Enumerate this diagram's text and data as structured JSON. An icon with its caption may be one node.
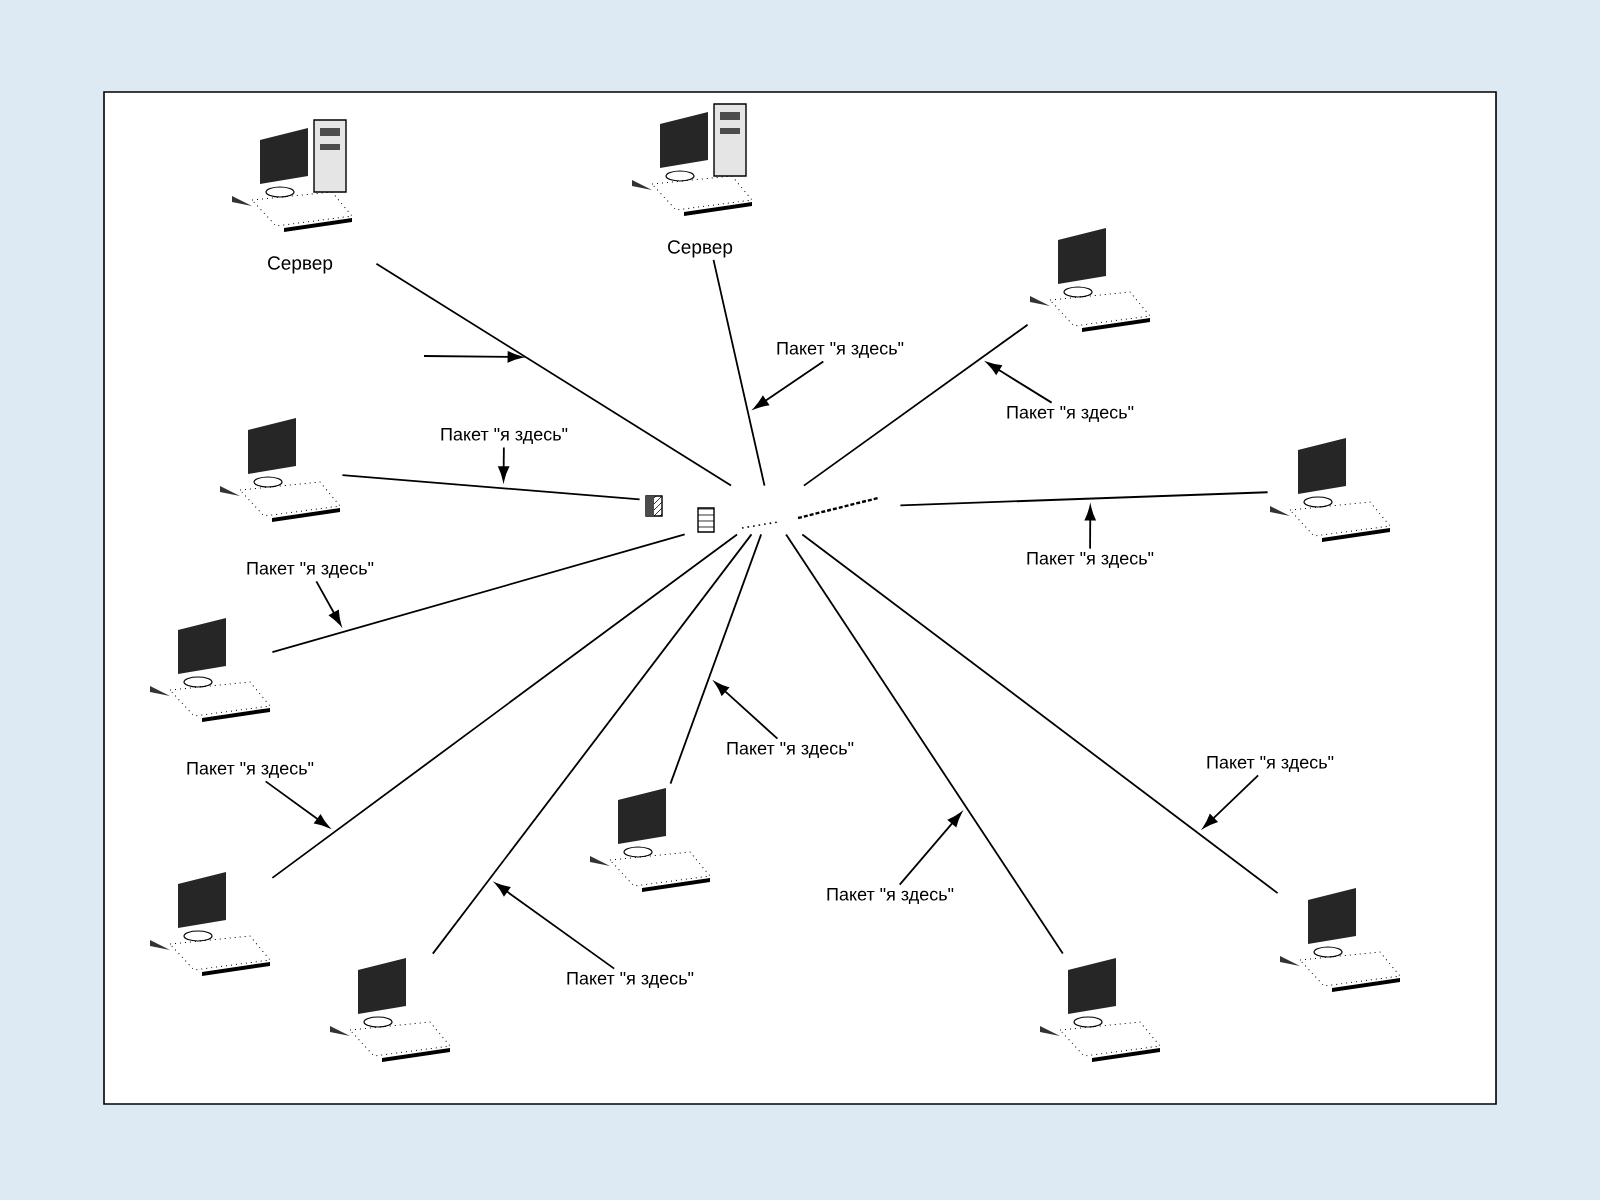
{
  "diagram": {
    "nodes": [
      {
        "text": [
          "Сервер"
        ]
      },
      {
        "text": [
          "Сервер"
        ]
      },
      {
        "text": [],
        "shape": "picture"
      },
      {
        "text": [],
        "shape": "picture"
      },
      {
        "text": [],
        "shape": "picture"
      },
      {
        "text": [],
        "shape": "picture"
      },
      {
        "text": [],
        "shape": "picture"
      },
      {
        "text": [],
        "shape": "picture"
      },
      {
        "text": [],
        "shape": "picture"
      },
      {
        "text": [],
        "shape": "picture"
      },
      {
        "text": [],
        "shape": "picture"
      },
      {
        "text": [],
        "shape": "picture"
      },
      {
        "text": [
          "Пакет \"я здесь\""
        ]
      },
      {
        "text": [
          "Пакет \"я здесь\""
        ]
      },
      {
        "text": [
          "Пакет \"я здесь\""
        ]
      },
      {
        "text": [
          "Пакет \"я здесь\""
        ]
      },
      {
        "text": [
          "Пакет \"я здесь\""
        ]
      },
      {
        "text": [
          "Пакет \"я здесь\""
        ]
      },
      {
        "text": [
          "Пакет \"я здесь\""
        ]
      },
      {
        "text": [
          "Пакет \"я здесь\""
        ]
      },
      {
        "text": [
          "Пакет \"я здесь\""
        ]
      },
      {
        "text": [
          "Пакет \"я здесь\""
        ]
      }
    ],
    "edges": [
      {
        "from": 4,
        "to": 0,
        "arrow": "none"
      },
      {
        "from": 4,
        "to": 1,
        "arrow": "none"
      },
      {
        "from": 4,
        "to": 2,
        "arrow": "none"
      },
      {
        "from": 4,
        "to": 3,
        "arrow": "none"
      },
      {
        "from": 4,
        "to": 5,
        "arrow": "none"
      },
      {
        "from": 4,
        "to": 6,
        "arrow": "none"
      },
      {
        "from": 4,
        "to": 7,
        "arrow": "none"
      },
      {
        "from": 4,
        "to": 8,
        "arrow": "none"
      },
      {
        "from": 4,
        "to": 9,
        "arrow": "none"
      },
      {
        "from": 4,
        "to": 10,
        "arrow": "none"
      },
      {
        "from": 4,
        "to": 11,
        "arrow": "none"
      },
      {
        "from": 12,
        "to": null,
        "arrow": "to"
      },
      {
        "from": 13,
        "to": null,
        "arrow": "to"
      },
      {
        "from": 14,
        "to": null,
        "arrow": "to"
      },
      {
        "from": 15,
        "to": null,
        "arrow": "to"
      },
      {
        "from": 16,
        "to": null,
        "arrow": "to"
      },
      {
        "from": 17,
        "to": null,
        "arrow": "to"
      },
      {
        "from": 18,
        "to": null,
        "arrow": "to"
      },
      {
        "from": 19,
        "to": null,
        "arrow": "to"
      },
      {
        "from": 20,
        "to": null,
        "arrow": "to"
      },
      {
        "from": 21,
        "to": null,
        "arrow": "to"
      }
    ]
  }
}
